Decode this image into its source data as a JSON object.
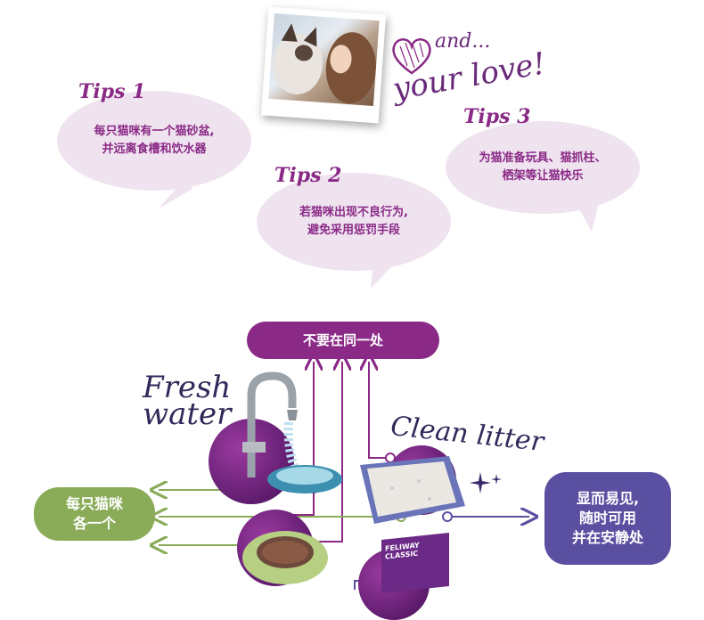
{
  "header": {
    "and_text": "and...",
    "your_love_text": "your love!"
  },
  "tips": [
    {
      "title": "Tips 1",
      "text": "每只猫咪有一个猫砂盆,\n并远离食槽和饮水器"
    },
    {
      "title": "Tips 2",
      "text": "若猫咪出现不良行为,\n避免采用惩罚手段"
    },
    {
      "title": "Tips 3",
      "text": "为猫准备玩具、猫抓柱、\n栖架等让猫快乐"
    }
  ],
  "diagram": {
    "top_box": "不要在同一处",
    "left_box": "每只猫咪\n各一个",
    "right_box": "显而易见,\n随时可用\n并在安静处",
    "fresh_water_label": "Fresh\nwater",
    "clean_litter_label": "Clean litter",
    "feliway_label": "FELIWAY CLASSIC"
  },
  "colors": {
    "purple": "#8a2a86",
    "green": "#8aab58",
    "indigo": "#5a4fa0",
    "bubble": "#efe3ef"
  }
}
